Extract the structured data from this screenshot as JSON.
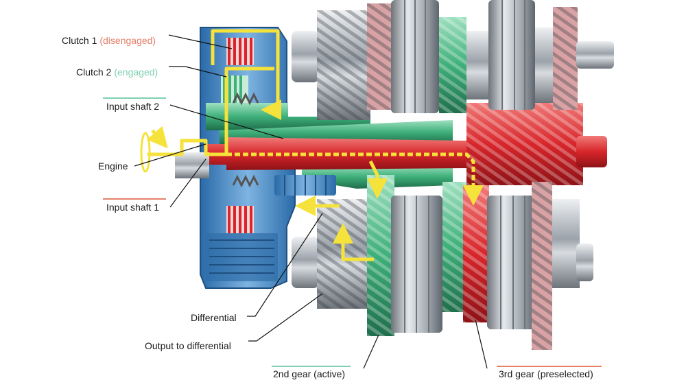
{
  "labels": {
    "clutch1": {
      "name": "Clutch 1",
      "state": "(disengaged)"
    },
    "clutch2": {
      "name": "Clutch 2",
      "state": "(engaged)"
    },
    "input_shaft_2": "Input shaft 2",
    "engine": "Engine",
    "input_shaft_1": "Input shaft 1",
    "differential": "Differential",
    "output_to_differential": "Output to differential",
    "second_gear": "2nd gear (active)",
    "third_gear": "3rd gear (preselected)"
  },
  "colors": {
    "red": "#e0393c",
    "green": "#3fb07a",
    "blue": "#3a86c8",
    "yellow": "#f5e23a",
    "clutch1_state": "#e5806a",
    "clutch2_state": "#7fd0b0"
  }
}
